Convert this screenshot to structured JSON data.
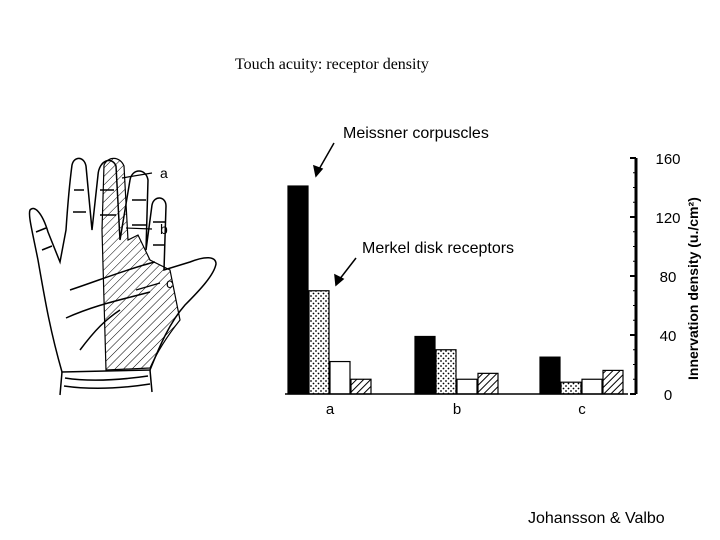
{
  "slide": {
    "title": "Touch acuity: receptor density",
    "credit": "Johansson & Valbo"
  },
  "hand": {
    "labels": [
      "a",
      "b",
      "c"
    ]
  },
  "chart_data": {
    "type": "bar",
    "categories": [
      "a",
      "b",
      "c"
    ],
    "series": [
      {
        "name": "Meissner corpuscles",
        "values": [
          141,
          39,
          25
        ],
        "fill": "solid"
      },
      {
        "name": "Merkel disk receptors",
        "values": [
          70,
          30,
          8
        ],
        "fill": "stipple"
      },
      {
        "name": "",
        "values": [
          22,
          10,
          10
        ],
        "fill": "white"
      },
      {
        "name": "",
        "values": [
          10,
          14,
          16
        ],
        "fill": "hatch"
      }
    ],
    "ylabel": "Innervation density (u./cm²)",
    "ylim": [
      0,
      160
    ],
    "yticks": [
      "0",
      "40",
      "80",
      "120",
      "160"
    ],
    "annotations": [
      "Meissner corpuscles",
      "Merkel disk receptors"
    ],
    "y_axis_side": "right",
    "grid": false
  }
}
